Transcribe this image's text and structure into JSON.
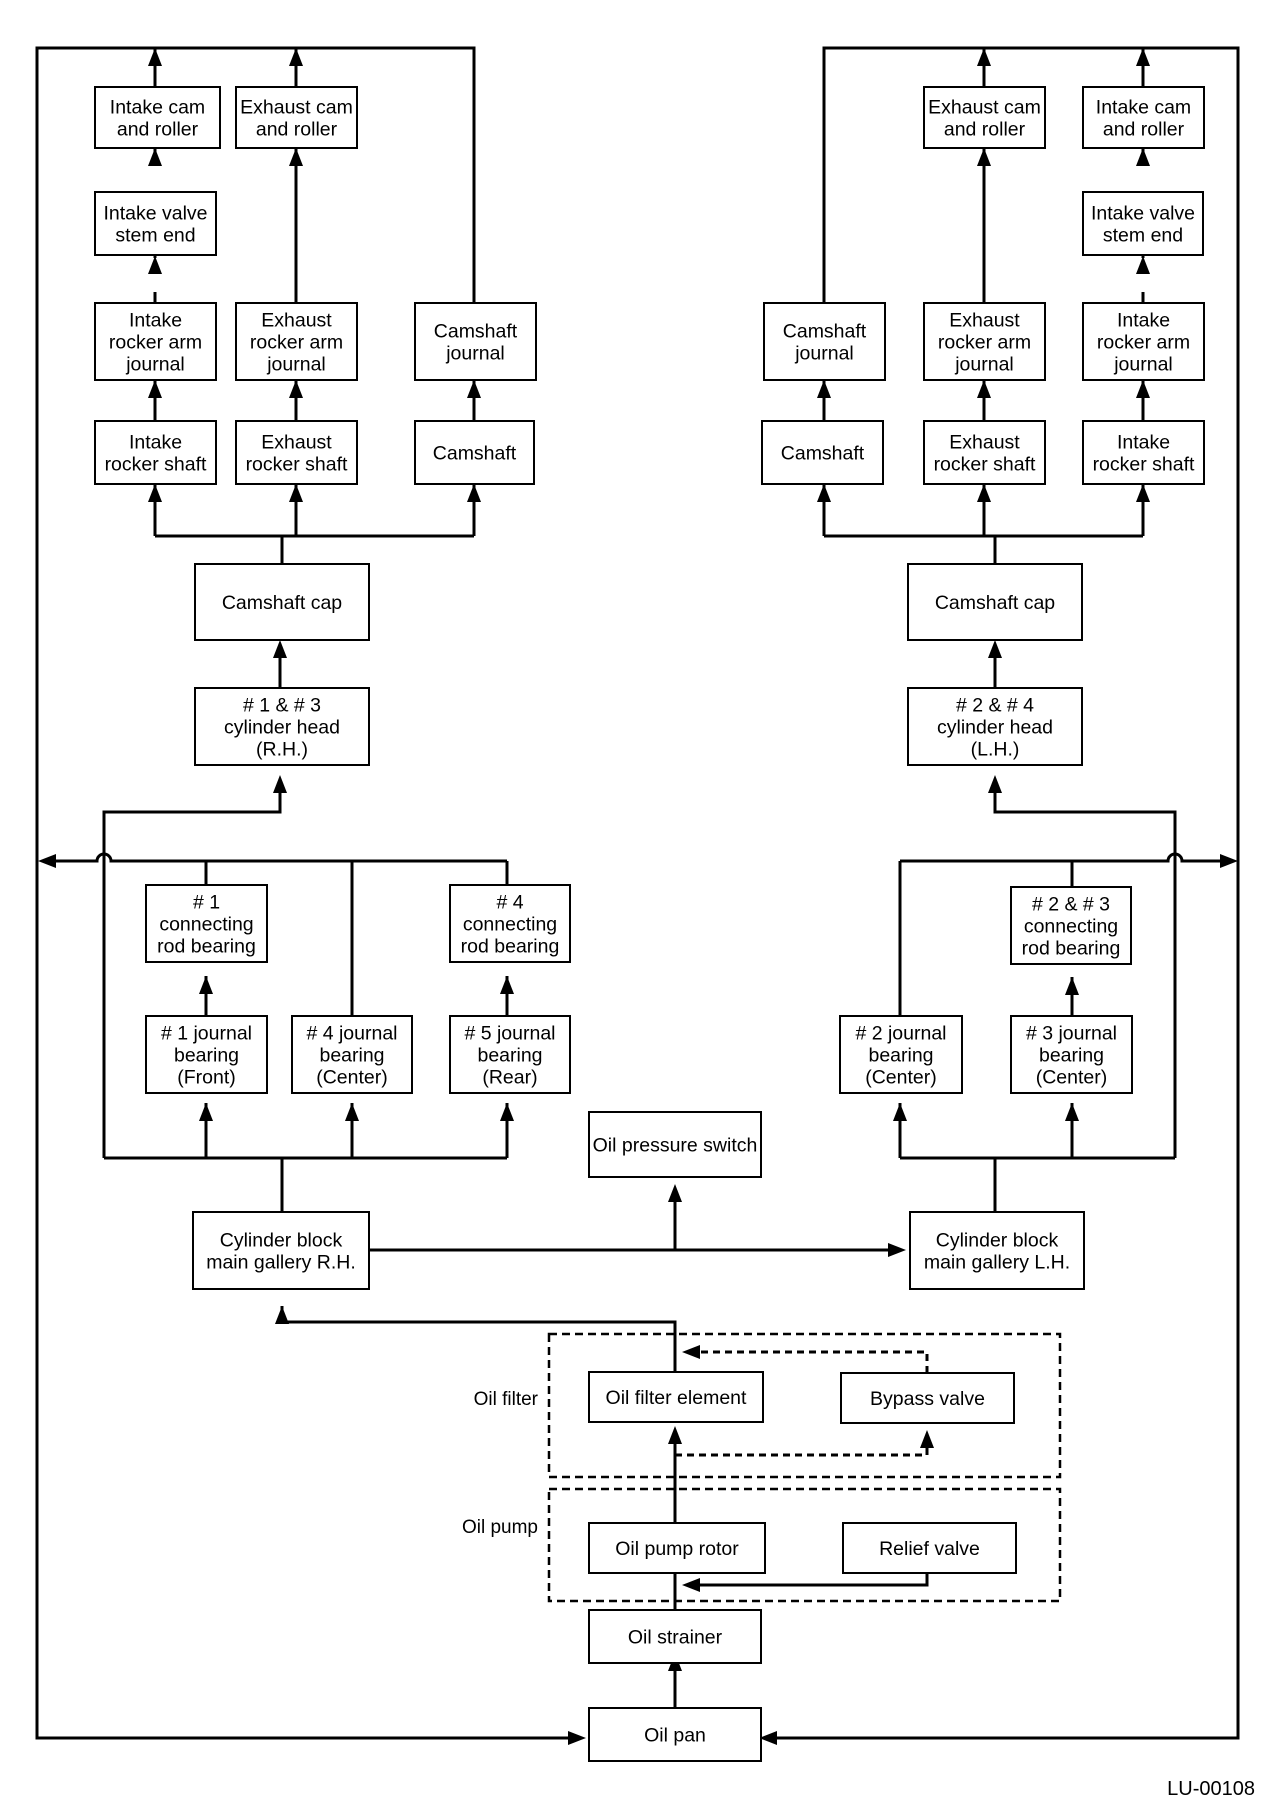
{
  "nodes": {
    "rh_intake_cam": "Intake cam\nand roller",
    "rh_exhaust_cam": "Exhaust cam\nand roller",
    "rh_intake_valve": "Intake valve\nstem end",
    "rh_intake_rocker_journal": "Intake\nrocker arm\njournal",
    "rh_exhaust_rocker_journal": "Exhaust\nrocker arm\njournal",
    "rh_camshaft_journal": "Camshaft\njournal",
    "rh_intake_rocker_shaft": "Intake\nrocker shaft",
    "rh_exhaust_rocker_shaft": "Exhaust\nrocker shaft",
    "rh_camshaft": "Camshaft",
    "rh_camshaft_cap": "Camshaft cap",
    "rh_cylinder_head": "# 1 & # 3\ncylinder head\n(R.H.)",
    "lh_exhaust_cam": "Exhaust cam\nand roller",
    "lh_intake_cam": "Intake cam\nand roller",
    "lh_intake_valve": "Intake valve\nstem end",
    "lh_camshaft_journal": "Camshaft\njournal",
    "lh_exhaust_rocker_journal": "Exhaust\nrocker arm\njournal",
    "lh_intake_rocker_journal": "Intake\nrocker arm\njournal",
    "lh_camshaft": "Camshaft",
    "lh_exhaust_rocker_shaft": "Exhaust\nrocker shaft",
    "lh_intake_rocker_shaft": "Intake\nrocker shaft",
    "lh_camshaft_cap": "Camshaft cap",
    "lh_cylinder_head": "# 2 & # 4\ncylinder head\n(L.H.)",
    "conrod_1": "# 1\nconnecting\nrod bearing",
    "conrod_4": "# 4\nconnecting\nrod bearing",
    "conrod_23": "# 2 & # 3\nconnecting\nrod bearing",
    "journal_1": "# 1 journal\nbearing\n(Front)",
    "journal_4": "# 4 journal\nbearing\n(Center)",
    "journal_5": "# 5 journal\nbearing\n(Rear)",
    "journal_2": "# 2 journal\nbearing\n(Center)",
    "journal_3": "# 3 journal\nbearing\n(Center)",
    "oil_pressure_switch": "Oil pressure switch",
    "gallery_rh": "Cylinder block\nmain gallery R.H.",
    "gallery_lh": "Cylinder block\nmain gallery L.H.",
    "oil_filter_element": "Oil filter element",
    "bypass_valve": "Bypass valve",
    "oil_pump_rotor": "Oil pump rotor",
    "relief_valve": "Relief valve",
    "oil_strainer": "Oil strainer",
    "oil_pan": "Oil pan"
  },
  "group_labels": {
    "oil_filter": "Oil filter",
    "oil_pump": "Oil pump"
  },
  "figure_code": "LU-00108"
}
